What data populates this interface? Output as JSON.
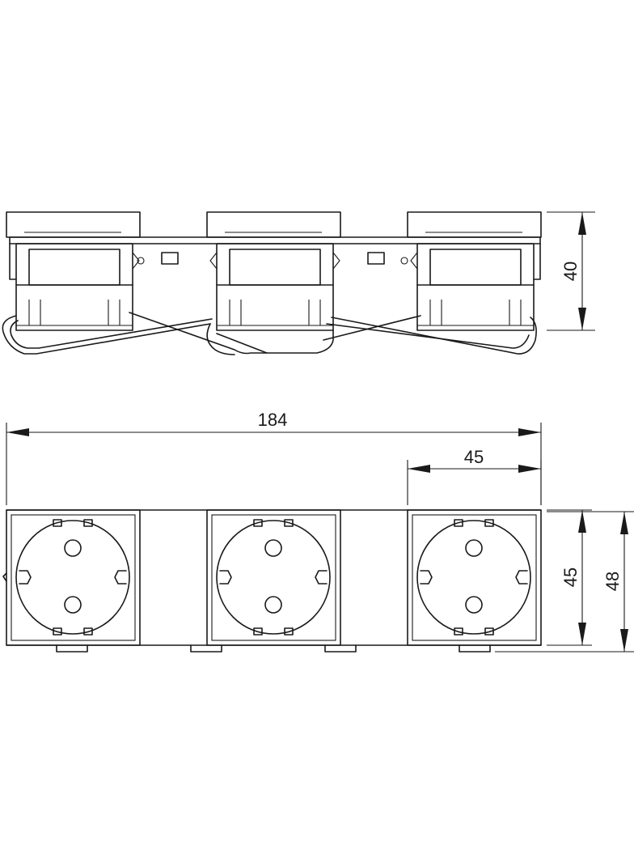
{
  "dimensions": {
    "height_side": "40",
    "overall_width": "184",
    "module_width": "45",
    "module_height": "45",
    "total_height": "48"
  },
  "colors": {
    "line": "#1a1a1a",
    "background": "#ffffff"
  }
}
